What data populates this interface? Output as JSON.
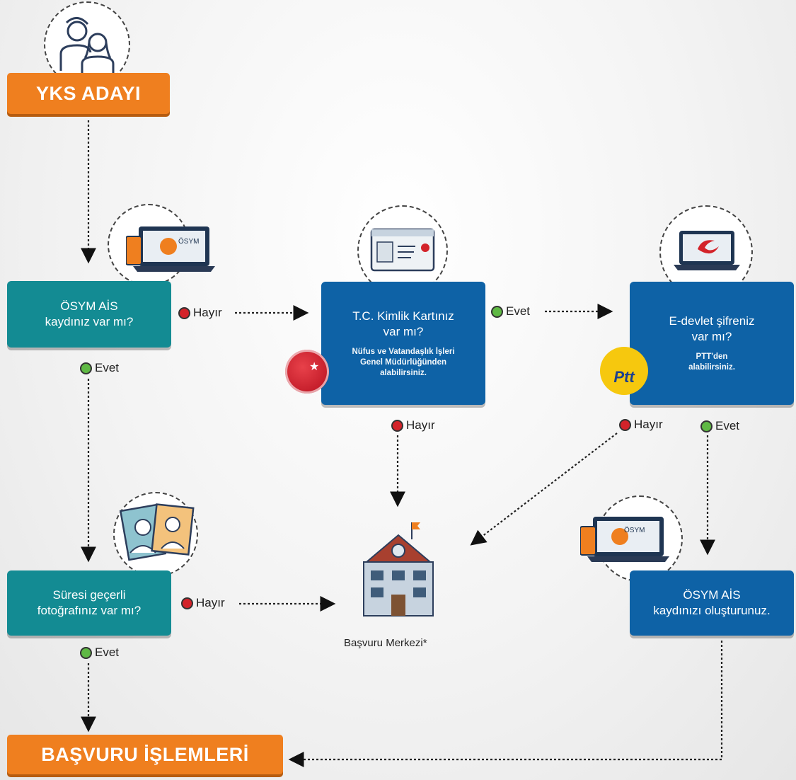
{
  "start": {
    "label": "YKS ADAYI"
  },
  "end": {
    "label": "BAŞVURU İŞLEMLERİ"
  },
  "q_ais": {
    "line1": "ÖSYM AİS",
    "line2": "kaydınız var mı?"
  },
  "q_kimlik": {
    "line1": "T.C. Kimlik Kartınız",
    "line2": "var mı?",
    "note1": "Nüfus ve Vatandaşlık İşleri",
    "note2": "Genel Müdürlüğünden",
    "note3": "alabilirsiniz."
  },
  "q_edevlet": {
    "line1": "E-devlet şifreniz",
    "line2": "var mı?",
    "note1": "PTT'den",
    "note2": "alabilirsiniz."
  },
  "q_foto": {
    "line1": "Süresi geçerli",
    "line2": "fotoğrafınız var mı?"
  },
  "act_ais": {
    "line1": "ÖSYM AİS",
    "line2": "kaydınızı oluşturunuz."
  },
  "basvuru_merkezi": "Başvuru Merkezi*",
  "answers": {
    "yes": "Evet",
    "no": "Hayır"
  },
  "icons": {
    "osym_screen": "ÖSYM",
    "ptt": "Ptt"
  },
  "colors": {
    "teal": "#138b93",
    "blue": "#0e62a6",
    "orange": "#ef7f1f",
    "yes": "#5fb944",
    "no": "#d3232a"
  }
}
